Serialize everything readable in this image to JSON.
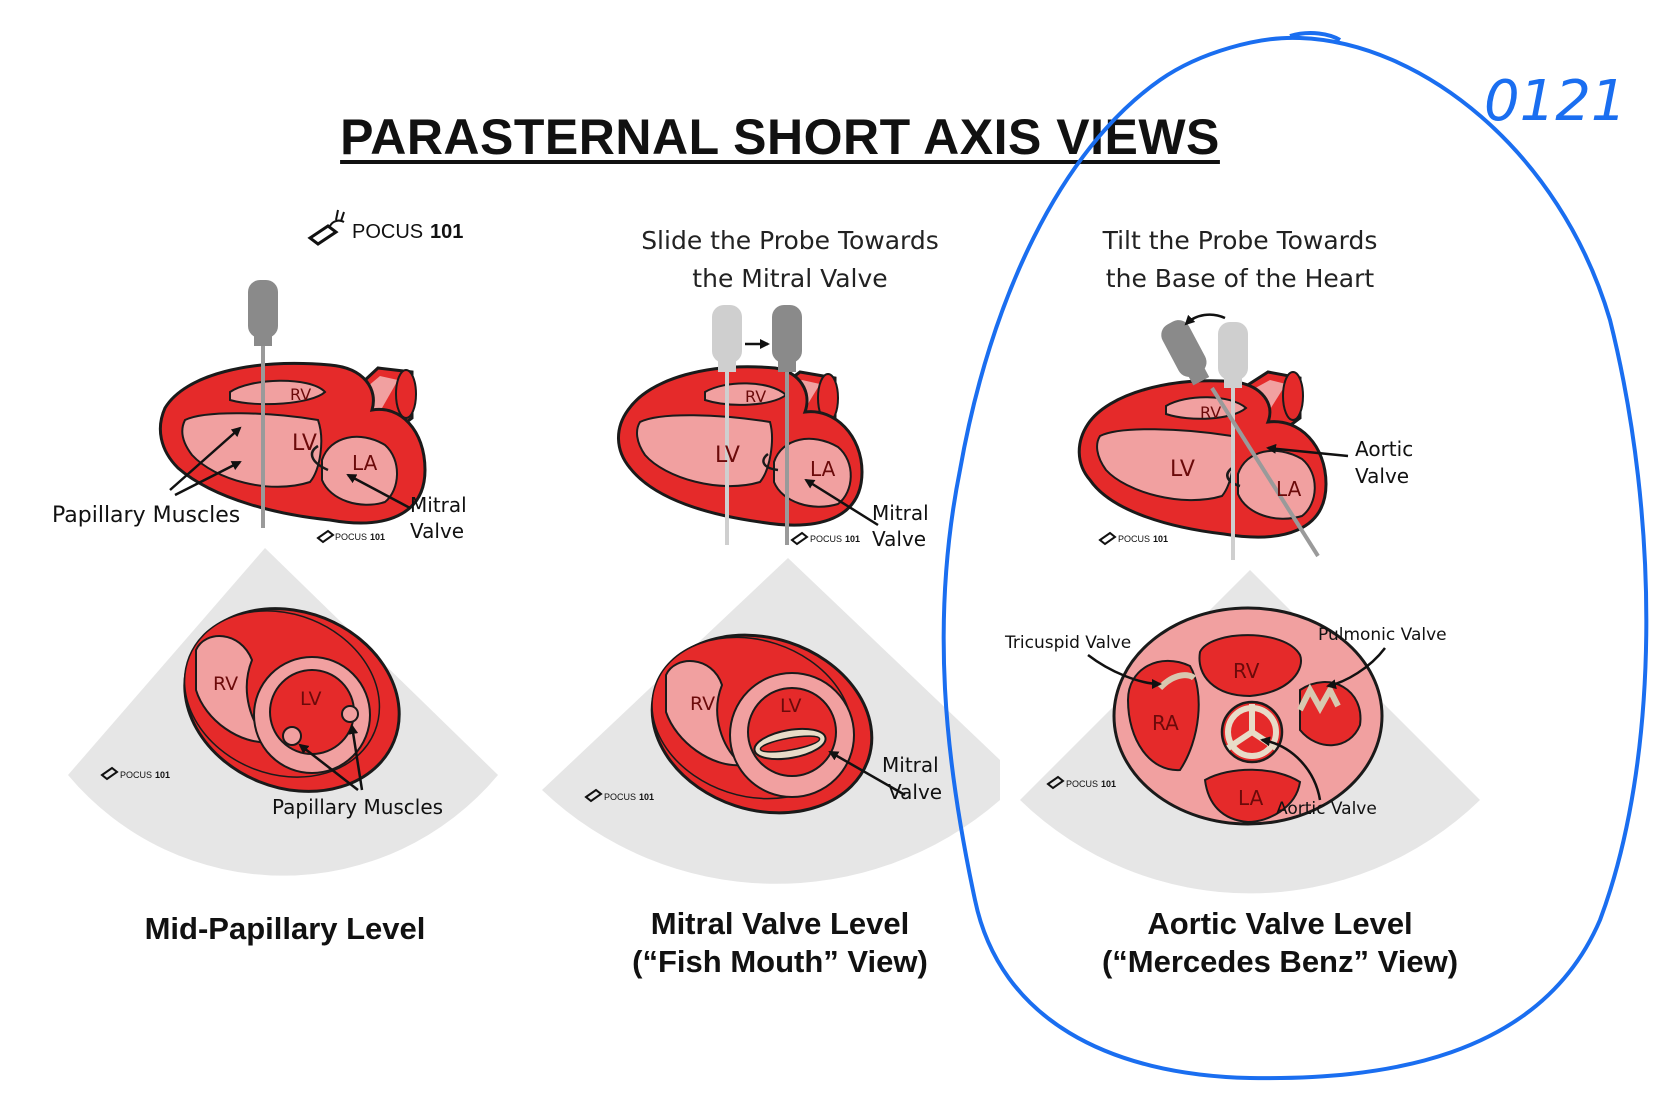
{
  "title": "PARASTERNAL SHORT AXIS VIEWS",
  "logo": {
    "text": "POCUS",
    "number": "101"
  },
  "handwriting": "0121",
  "colors": {
    "myocardium": "#e52a2a",
    "cavity": "#f1a0a0",
    "outline": "#1a1a1a",
    "sector": "#e6e6e6",
    "annotation": "#1a6ef0",
    "probe": "#8a8a8a",
    "probe_light": "#cfcfcf"
  },
  "panels": [
    {
      "instruction_lines": [],
      "caption_lines": [
        "Mid-Papillary Level"
      ],
      "long_axis": {
        "rv": "RV",
        "lv": "LV",
        "la": "LA",
        "label_left": "Papillary Muscles",
        "label_right": [
          "Mitral",
          "Valve"
        ]
      },
      "short_axis": {
        "rv": "RV",
        "lv": "LV",
        "label": "Papillary Muscles"
      }
    },
    {
      "instruction_lines": [
        "Slide the Probe Towards",
        "the Mitral Valve"
      ],
      "caption_lines": [
        "Mitral Valve Level",
        "(“Fish Mouth” View)"
      ],
      "long_axis": {
        "rv": "RV",
        "lv": "LV",
        "la": "LA",
        "label_right": [
          "Mitral",
          "Valve"
        ]
      },
      "short_axis": {
        "rv": "RV",
        "lv": "LV",
        "label": [
          "Mitral",
          "Valve"
        ]
      }
    },
    {
      "instruction_lines": [
        "Tilt the Probe Towards",
        "the Base of the Heart"
      ],
      "caption_lines": [
        "Aortic Valve Level",
        "(“Mercedes Benz” View)"
      ],
      "long_axis": {
        "rv": "RV",
        "lv": "LV",
        "la": "LA",
        "label_right": [
          "Aortic",
          "Valve"
        ]
      },
      "short_axis": {
        "rv": "RV",
        "ra": "RA",
        "la": "LA",
        "tricuspid": "Tricuspid Valve",
        "pulmonic": "Pulmonic Valve",
        "aortic": "Aortic Valve"
      }
    }
  ]
}
